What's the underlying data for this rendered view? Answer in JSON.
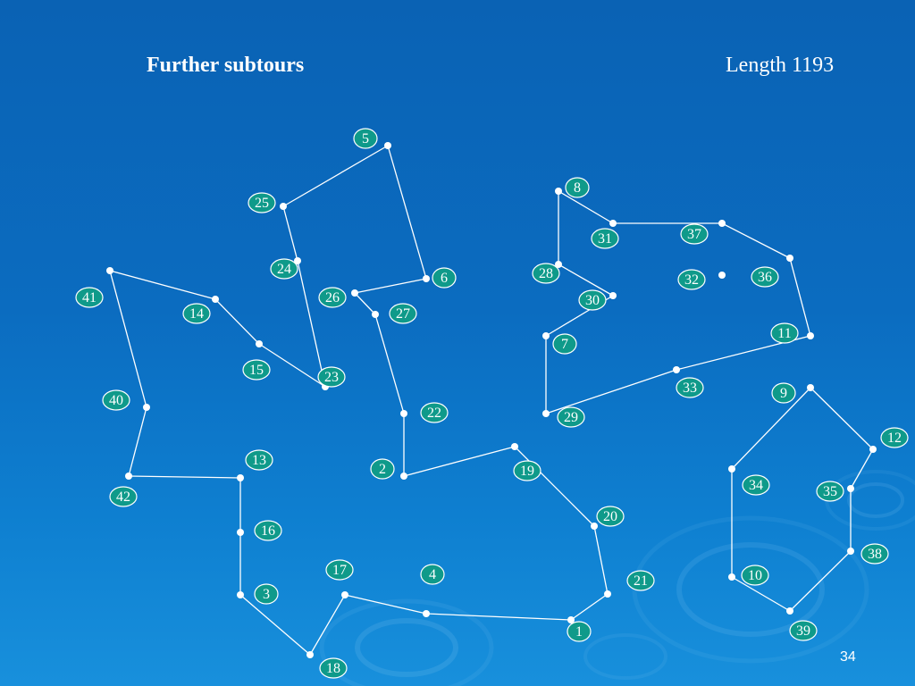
{
  "slide": {
    "title": "Further subtours",
    "length_label": "Length 1193",
    "slide_number": "34"
  },
  "colors": {
    "edge": "#ffffff",
    "node": "#ffffff",
    "label_fill": "#0f9a8a",
    "label_border": "#ffffff",
    "label_text": "#ffffff"
  },
  "graph": {
    "nodes": [
      {
        "id": "1"
      },
      {
        "id": "2"
      },
      {
        "id": "3"
      },
      {
        "id": "4"
      },
      {
        "id": "5"
      },
      {
        "id": "6"
      },
      {
        "id": "7"
      },
      {
        "id": "8"
      },
      {
        "id": "9"
      },
      {
        "id": "10"
      },
      {
        "id": "11"
      },
      {
        "id": "12"
      },
      {
        "id": "13"
      },
      {
        "id": "14"
      },
      {
        "id": "15"
      },
      {
        "id": "16"
      },
      {
        "id": "17"
      },
      {
        "id": "18"
      },
      {
        "id": "19"
      },
      {
        "id": "20"
      },
      {
        "id": "21"
      },
      {
        "id": "22"
      },
      {
        "id": "23"
      },
      {
        "id": "24"
      },
      {
        "id": "25"
      },
      {
        "id": "26"
      },
      {
        "id": "27"
      },
      {
        "id": "28"
      },
      {
        "id": "29"
      },
      {
        "id": "30"
      },
      {
        "id": "31"
      },
      {
        "id": "32"
      },
      {
        "id": "33"
      },
      {
        "id": "34"
      },
      {
        "id": "35"
      },
      {
        "id": "36"
      },
      {
        "id": "37"
      },
      {
        "id": "38"
      },
      {
        "id": "39"
      },
      {
        "id": "40"
      },
      {
        "id": "41"
      },
      {
        "id": "42"
      }
    ],
    "edges": [
      [
        "2",
        "22"
      ],
      [
        "22",
        "27"
      ],
      [
        "27",
        "26"
      ],
      [
        "26",
        "6"
      ],
      [
        "6",
        "5"
      ],
      [
        "5",
        "25"
      ],
      [
        "25",
        "24"
      ],
      [
        "24",
        "23"
      ],
      [
        "23",
        "15"
      ],
      [
        "15",
        "14"
      ],
      [
        "14",
        "41"
      ],
      [
        "41",
        "40"
      ],
      [
        "40",
        "42"
      ],
      [
        "42",
        "13"
      ],
      [
        "13",
        "16"
      ],
      [
        "16",
        "3"
      ],
      [
        "3",
        "18"
      ],
      [
        "18",
        "17"
      ],
      [
        "17",
        "4"
      ],
      [
        "4",
        "1"
      ],
      [
        "1",
        "21"
      ],
      [
        "21",
        "20"
      ],
      [
        "20",
        "19"
      ],
      [
        "19",
        "2"
      ],
      [
        "8",
        "31"
      ],
      [
        "31",
        "37"
      ],
      [
        "37",
        "36"
      ],
      [
        "36",
        "11"
      ],
      [
        "11",
        "33"
      ],
      [
        "33",
        "29"
      ],
      [
        "29",
        "7"
      ],
      [
        "7",
        "30"
      ],
      [
        "30",
        "28"
      ],
      [
        "28",
        "8"
      ],
      [
        "9",
        "12"
      ],
      [
        "12",
        "35"
      ],
      [
        "35",
        "38"
      ],
      [
        "38",
        "39"
      ],
      [
        "39",
        "10"
      ],
      [
        "10",
        "34"
      ],
      [
        "34",
        "9"
      ]
    ]
  }
}
